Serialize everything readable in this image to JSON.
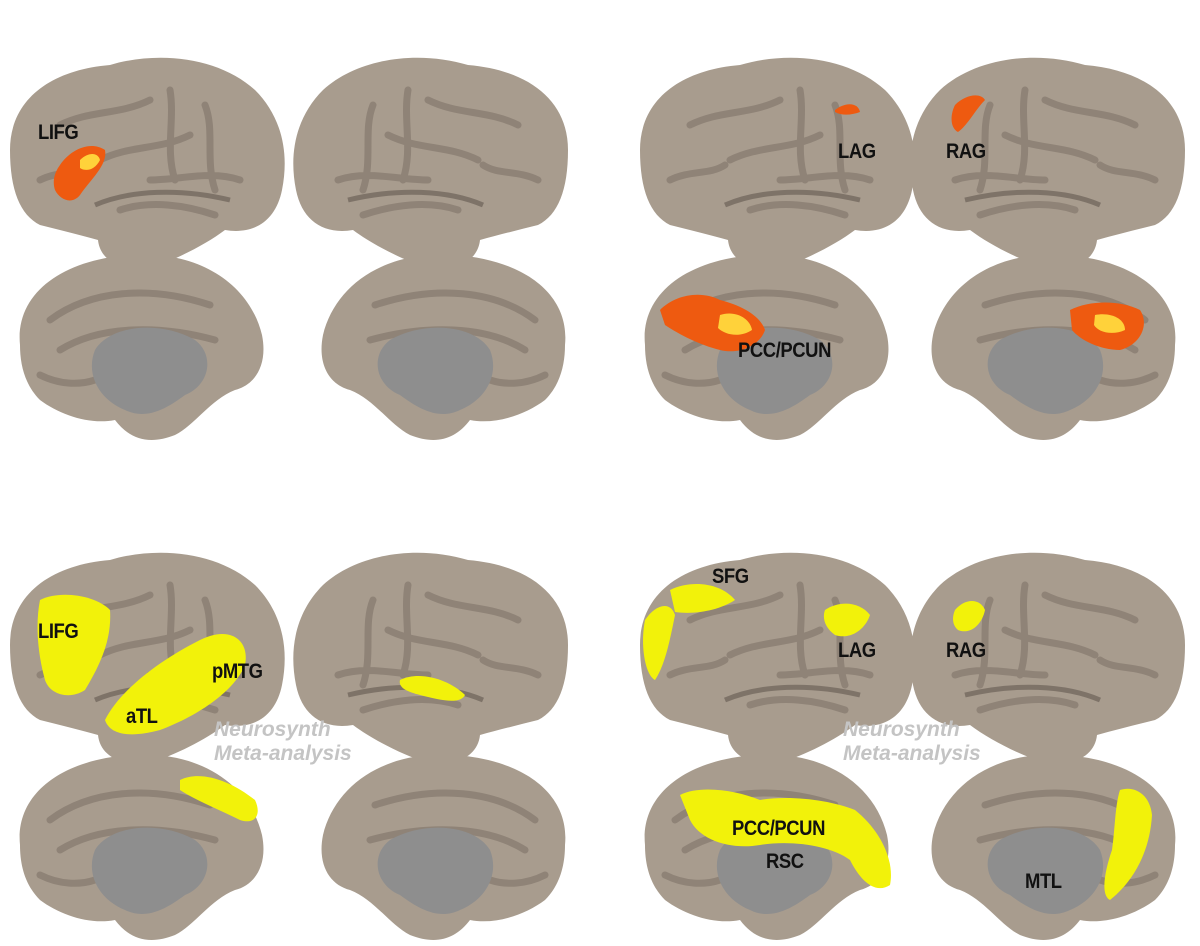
{
  "colors": {
    "cortex": "#a89c8e",
    "sulci": "#8f8377",
    "medial_wall": "#8e8e8e",
    "activation_orange": "#ee5a10",
    "activation_hot": "#ffd23a",
    "activation_yellow": "#f2f20a",
    "watermark": "#c4c4c4"
  },
  "labels": {
    "q1_lifg": "LIFG",
    "q2_lag": "LAG",
    "q2_rag": "RAG",
    "q2_pcc": "PCC/PCUN",
    "q3_lifg": "LIFG",
    "q3_pmtg": "pMTG",
    "q3_atl": "aTL",
    "q4_sfg": "SFG",
    "q4_lag": "LAG",
    "q4_rag": "RAG",
    "q4_pcc": "PCC/PCUN",
    "q4_rsc": "RSC",
    "q4_mtl": "MTL"
  },
  "watermarks": {
    "left_line1": "Neurosynth",
    "left_line2": "Meta-analysis",
    "right_line1": "Neurosynth",
    "right_line2": "Meta-analysis"
  }
}
